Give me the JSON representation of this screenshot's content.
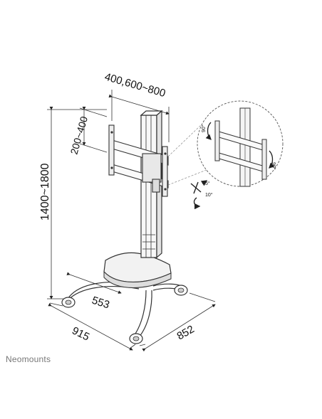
{
  "dimensions": {
    "vesa_horizontal": "400,600~800",
    "vesa_vertical": "200~400",
    "height_range": "1400~1800",
    "base_inner_depth": "553",
    "base_width": "915",
    "base_depth": "852"
  },
  "tilt_detail": {
    "tilt_up": "5°",
    "tilt_down": "10°",
    "rotate_left": "90°",
    "rotate_right": "90°"
  },
  "brand": {
    "name": "Neomounts"
  }
}
